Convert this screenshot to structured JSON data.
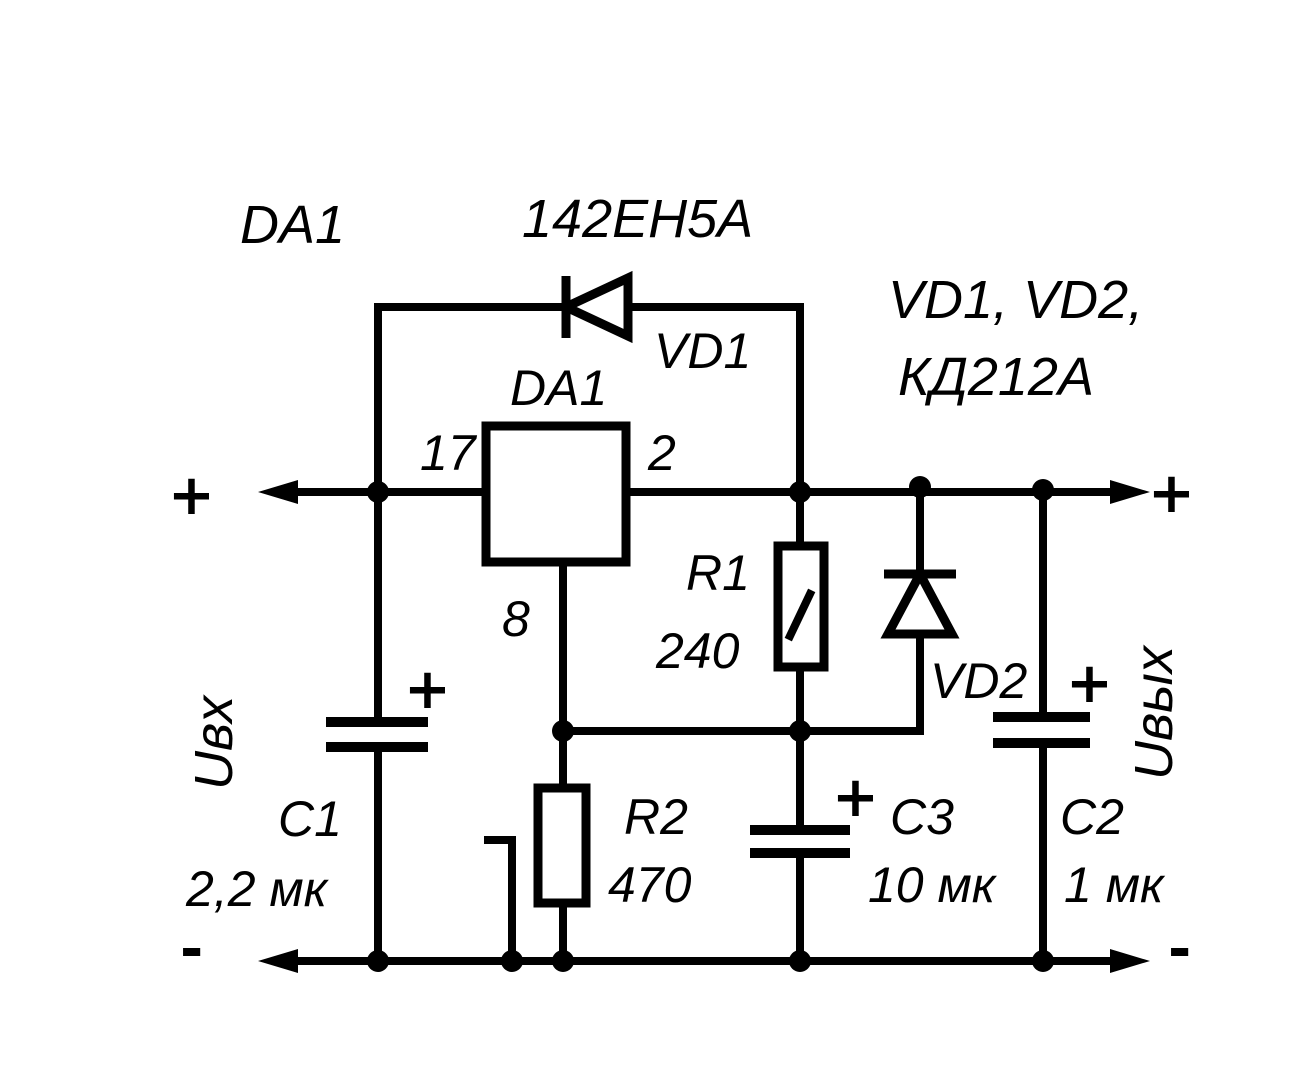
{
  "labels": {
    "da1_title": "DA1",
    "da1_type": "142ЕН5А",
    "vd_list": "VD1, VD2,",
    "vd_type": "КД212А",
    "vd1": "VD1",
    "vd2": "VD2",
    "da1": "DA1",
    "pin17": "17",
    "pin2": "2",
    "pin8": "8",
    "r1_name": "R1",
    "r1_value": "240",
    "r2_name": "R2",
    "r2_value": "470",
    "c1_name": "C1",
    "c1_value": "2,2 мк",
    "c2_name": "C2",
    "c2_value": "1 мк",
    "c3_name": "C3",
    "c3_value": "10 мк",
    "u_in": "Uвх",
    "u_out": "Uвых",
    "plus": "+",
    "minus": "-"
  }
}
